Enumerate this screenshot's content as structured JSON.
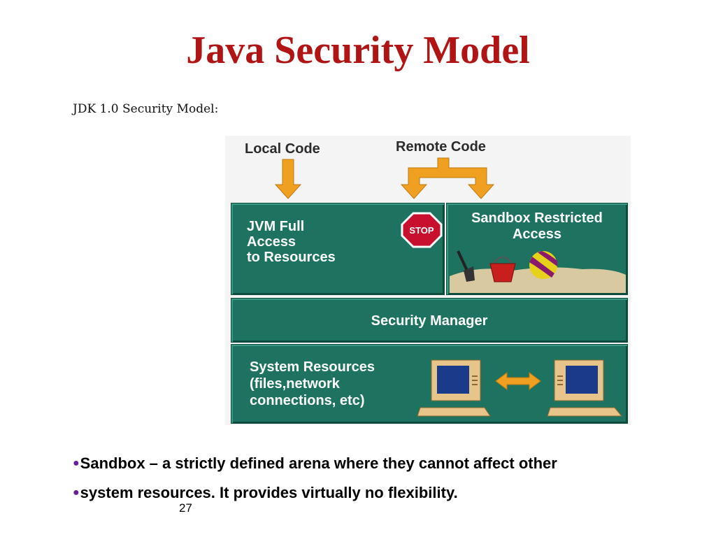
{
  "slide": {
    "title": "Java Security Model",
    "subtitle": "JDK 1.0 Security Model:",
    "page_number": "27"
  },
  "diagram": {
    "local_code_label": "Local Code",
    "remote_code_label": "Remote Code",
    "jvm_box": [
      "JVM Full",
      "Access",
      "to Resources"
    ],
    "stop_sign_text": "STOP",
    "sandbox_box": [
      "Sandbox Restricted",
      "Access"
    ],
    "security_manager_label": "Security Manager",
    "system_resources_box": [
      "System Resources",
      "(files,network",
      "connections, etc)"
    ]
  },
  "bullets": [
    "Sandbox – a strictly defined arena where they cannot affect other",
    "system resources. It provides virtually no flexibility."
  ],
  "colors": {
    "title": "#b01414",
    "box_green": "#1d7360",
    "arrow_orange": "#f0a020",
    "stop_red": "#c8102e",
    "bullet_dot": "#6a1b9a"
  }
}
